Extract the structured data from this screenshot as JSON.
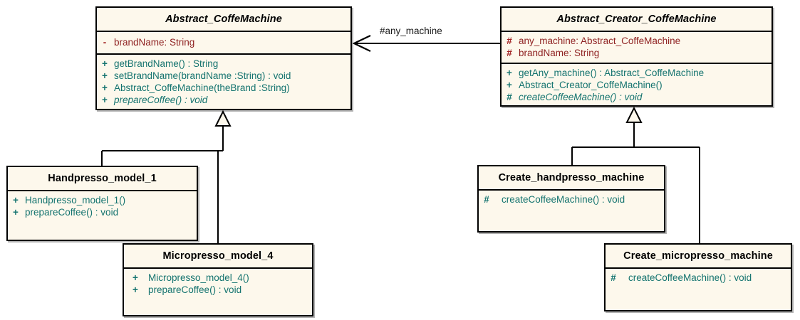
{
  "diagram": {
    "title": "Abstract Factory UML class diagram",
    "background": "#ffffff",
    "class_fill": "#fdf8ec",
    "border_color": "#000000",
    "attribute_color": "#8f2222",
    "method_color": "#14736f"
  },
  "classes": {
    "abstract_coffee_machine": {
      "name": "Abstract_CoffeMachine",
      "attributes": [
        {
          "visibility": "-",
          "text": "brandName:  String"
        }
      ],
      "methods": [
        {
          "visibility": "+",
          "text": "getBrandName() : String"
        },
        {
          "visibility": "+",
          "text": "setBrandName(brandName :String) : void"
        },
        {
          "visibility": "+",
          "text": "Abstract_CoffeMachine(theBrand :String)"
        },
        {
          "visibility": "+",
          "text": "prepareCoffee() : void"
        }
      ]
    },
    "abstract_creator_coffee_machine": {
      "name": "Abstract_Creator_CoffeMachine",
      "attributes": [
        {
          "visibility": "#",
          "text": "any_machine:  Abstract_CoffeMachine"
        },
        {
          "visibility": "#",
          "text": "brandName:  String"
        }
      ],
      "methods": [
        {
          "visibility": "+",
          "text": "getAny_machine() : Abstract_CoffeMachine"
        },
        {
          "visibility": "+",
          "text": "Abstract_Creator_CoffeMachine()"
        },
        {
          "visibility": "#",
          "text": "createCoffeeMachine() : void"
        }
      ]
    },
    "handpresso_model_1": {
      "name": "Handpresso_model_1",
      "methods": [
        {
          "visibility": "+",
          "text": "Handpresso_model_1()"
        },
        {
          "visibility": "+",
          "text": "prepareCoffee() : void"
        }
      ]
    },
    "micropresso_model_4": {
      "name": "Micropresso_model_4",
      "methods": [
        {
          "visibility": "+",
          "text": "Micropresso_model_4()"
        },
        {
          "visibility": "+",
          "text": "prepareCoffee() : void"
        }
      ]
    },
    "create_handpresso_machine": {
      "name": "Create_handpresso_machine",
      "methods": [
        {
          "visibility": "#",
          "text": "createCoffeeMachine() : void"
        }
      ]
    },
    "create_micropresso_machine": {
      "name": "Create_micropresso_machine",
      "methods": [
        {
          "visibility": "#",
          "text": "createCoffeeMachine() : void"
        }
      ]
    }
  },
  "edges": {
    "association_label": "#any_machine"
  }
}
